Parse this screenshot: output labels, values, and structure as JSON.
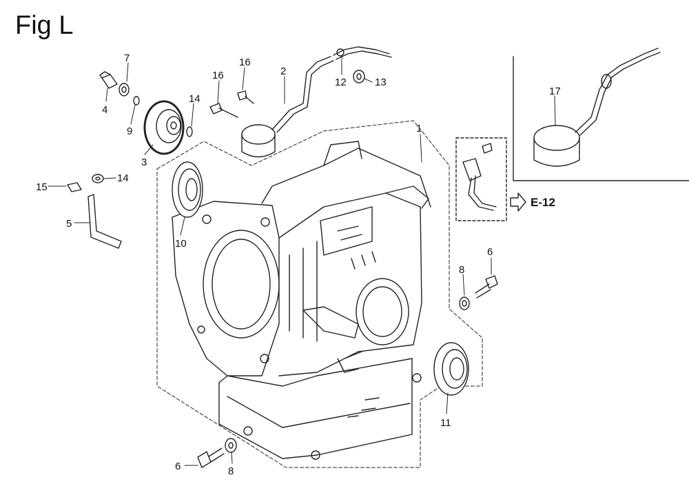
{
  "figure": {
    "title": "Fig L"
  },
  "reference": {
    "label": "E-12"
  },
  "callouts": [
    {
      "number": "1"
    },
    {
      "number": "2"
    },
    {
      "number": "3"
    },
    {
      "number": "4"
    },
    {
      "number": "5"
    },
    {
      "number": "6"
    },
    {
      "number": "6"
    },
    {
      "number": "7"
    },
    {
      "number": "8"
    },
    {
      "number": "8"
    },
    {
      "number": "9"
    },
    {
      "number": "10"
    },
    {
      "number": "11"
    },
    {
      "number": "12"
    },
    {
      "number": "13"
    },
    {
      "number": "14"
    },
    {
      "number": "14"
    },
    {
      "number": "15"
    },
    {
      "number": "16"
    },
    {
      "number": "16"
    },
    {
      "number": "17"
    }
  ]
}
